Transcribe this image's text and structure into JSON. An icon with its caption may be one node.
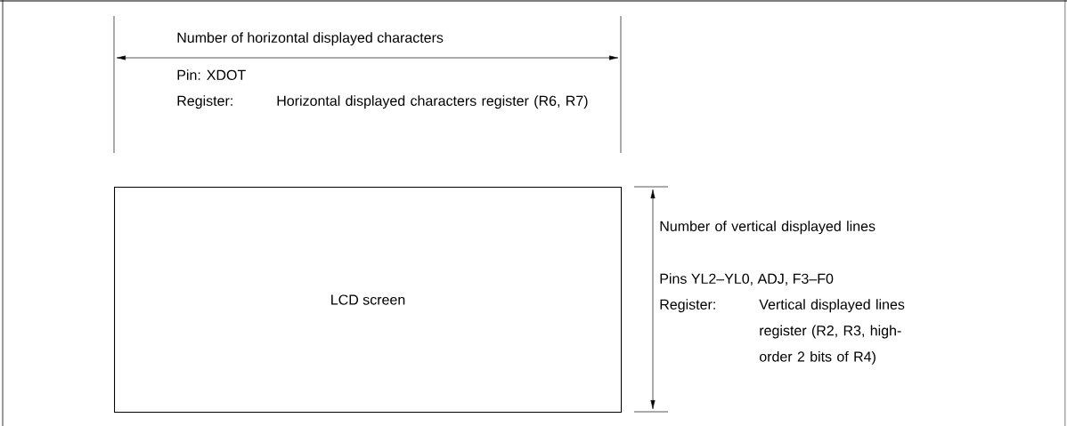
{
  "diagram": {
    "nodes": [
      {
        "text": [
          "LCD screen"
        ]
      }
    ],
    "labels": [
      "Number of horizontal displayed characters",
      "Pin:  XDOT",
      "Register:",
      "Horizontal displayed characters register (R6, R7)",
      "Number of vertical displayed lines",
      "Pins  YL2–YL0, ADJ, F3–F0",
      "Register:",
      "Vertical displayed lines register (R2, R3, high-order 2 bits of R4)"
    ]
  }
}
